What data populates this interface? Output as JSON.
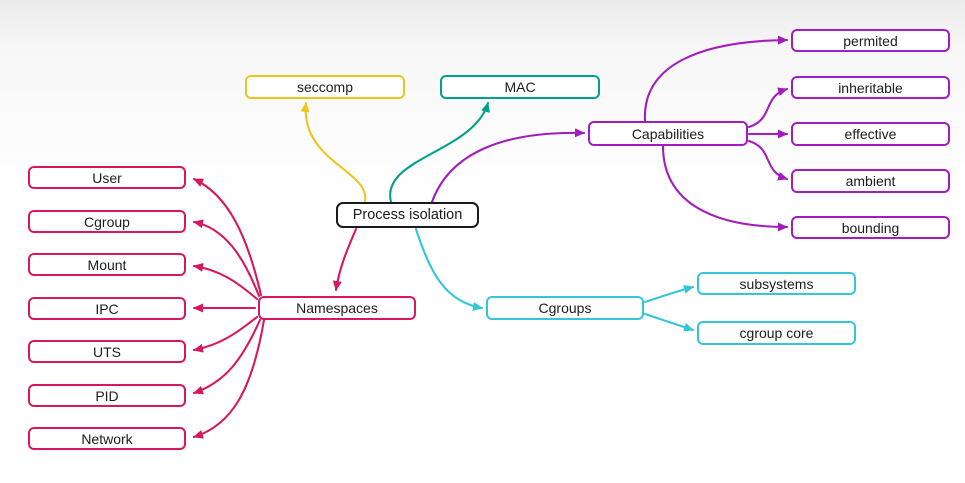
{
  "title": "Process isolation mind map",
  "colors": {
    "center_border": "#1b1b1b",
    "seccomp": "#eec51d",
    "mac": "#00a08b",
    "capabilities": "#a21cbe",
    "namespaces": "#d8175f",
    "cgroups": "#33c5d8"
  },
  "nodes": {
    "center": "Process isolation",
    "seccomp": "seccomp",
    "mac": "MAC",
    "capabilities": "Capabilities",
    "namespaces": "Namespaces",
    "cgroups": "Cgroups",
    "capabilities_children": [
      "permited",
      "inheritable",
      "effective",
      "ambient",
      "bounding"
    ],
    "namespaces_children": [
      "User",
      "Cgroup",
      "Mount",
      "IPC",
      "UTS",
      "PID",
      "Network"
    ],
    "cgroups_children": [
      "subsystems",
      "cgroup core"
    ]
  }
}
